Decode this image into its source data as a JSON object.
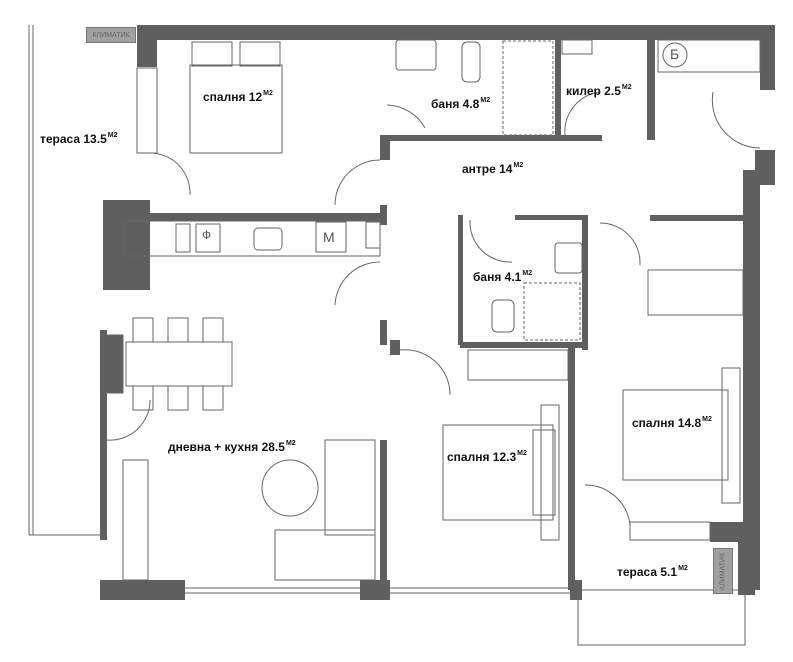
{
  "rooms": {
    "terrace_west": {
      "name": "тераса 13.5",
      "unit": "M2"
    },
    "bedroom_north": {
      "name": "спалня 12",
      "unit": "M2"
    },
    "bath_north": {
      "name": "баня 4.8",
      "unit": "M2"
    },
    "storage": {
      "name": "килер 2.5",
      "unit": "M2"
    },
    "hallway": {
      "name": "антре 14",
      "unit": "M2"
    },
    "bath_center": {
      "name": "баня 4.1",
      "unit": "M2"
    },
    "bedroom_east": {
      "name": "спалня 14.8",
      "unit": "M2"
    },
    "bedroom_south": {
      "name": "спалня 12.3",
      "unit": "M2"
    },
    "living_kitchen": {
      "name": "дневна + кухня 28.5",
      "unit": "M2"
    },
    "terrace_south": {
      "name": "тераса 5.1",
      "unit": "M2"
    }
  },
  "fixtures": {
    "ac_label": "КЛИМАТИК",
    "boiler_label": "Б",
    "microwave_label": "M",
    "oven_label": "Ф"
  },
  "colors": {
    "wall": "#5f5f5f",
    "line": "#666666",
    "ac_unit": "#a0a0a0"
  }
}
